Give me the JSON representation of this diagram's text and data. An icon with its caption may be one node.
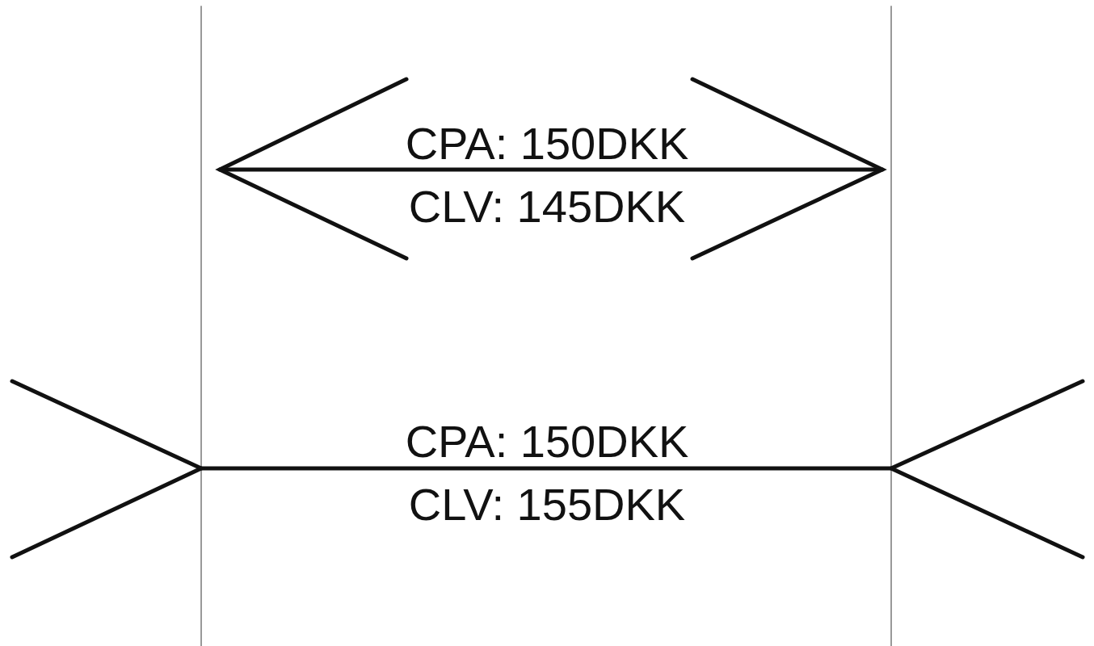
{
  "diagram": {
    "labels": [
      "CPA: 150DKK",
      "CLV: 145DKK",
      "CPA: 150DKK",
      "CLV: 155DKK"
    ]
  }
}
